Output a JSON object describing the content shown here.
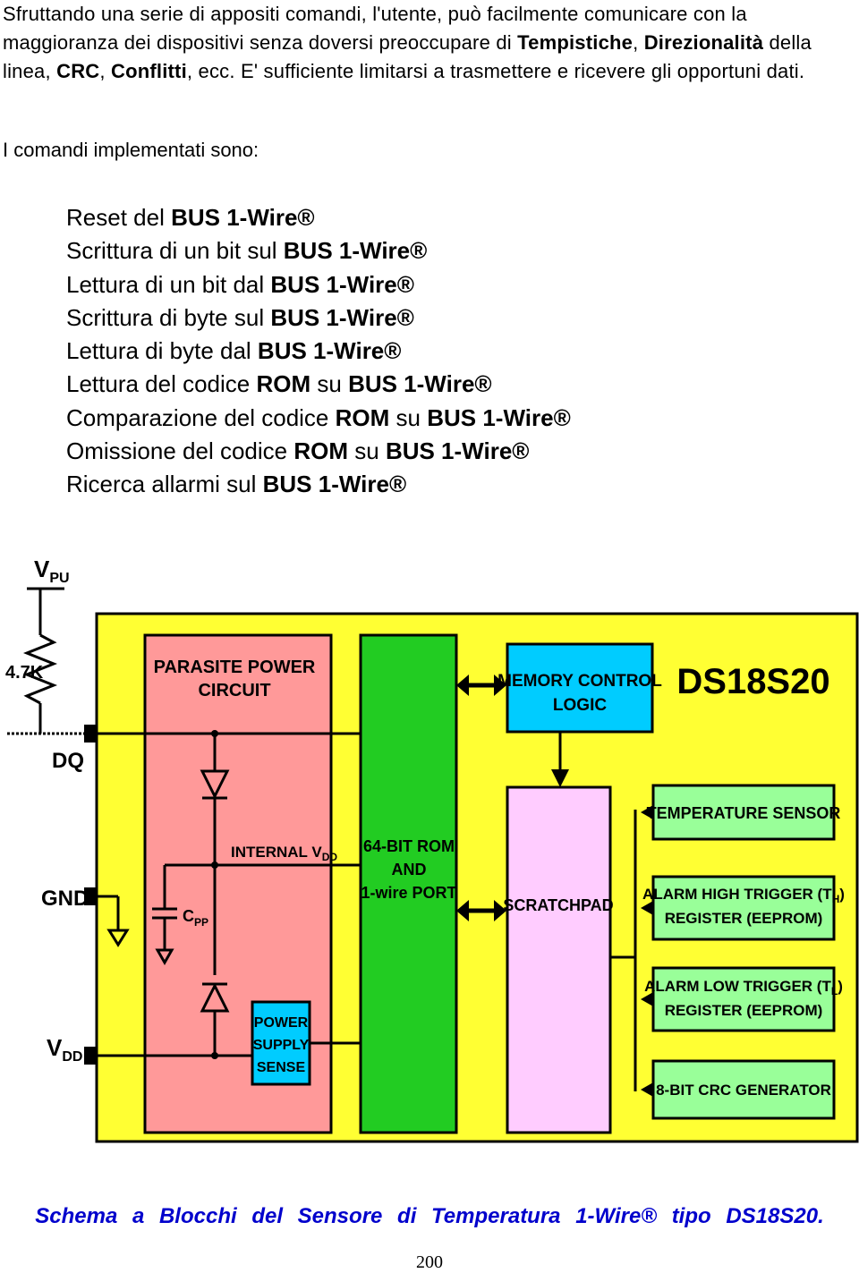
{
  "paragraph": {
    "t1": "Sfruttando una serie di appositi comandi, l'utente, può facilmente comunicare con la maggioranza dei dispositivi senza doversi preoccupare di ",
    "b1": "Tempistiche",
    "t2": ", ",
    "b2": "Direzionalità",
    "t3": " della linea, ",
    "b3": "CRC",
    "t4": ", ",
    "b4": "Conflitti",
    "t5": ", ecc. E' sufficiente limitarsi a trasmettere e ricevere gli opportuni dati."
  },
  "intro": "I comandi implementati sono:",
  "commands": [
    {
      "pre": "Reset del ",
      "b1": "BUS 1-Wire®",
      "mid": "",
      "b2": ""
    },
    {
      "pre": "Scrittura di un bit sul ",
      "b1": "BUS 1-Wire®",
      "mid": "",
      "b2": ""
    },
    {
      "pre": "Lettura di un bit dal ",
      "b1": "BUS 1-Wire®",
      "mid": "",
      "b2": ""
    },
    {
      "pre": "Scrittura di byte sul ",
      "b1": "BUS 1-Wire®",
      "mid": "",
      "b2": ""
    },
    {
      "pre": "Lettura di byte dal ",
      "b1": "BUS 1-Wire®",
      "mid": "",
      "b2": ""
    },
    {
      "pre": "Lettura del codice ",
      "b1": "ROM",
      "mid": " su ",
      "b2": "BUS 1-Wire®"
    },
    {
      "pre": "Comparazione del codice ",
      "b1": "ROM",
      "mid": " su ",
      "b2": "BUS 1-Wire®"
    },
    {
      "pre": "Omissione del codice ",
      "b1": "ROM",
      "mid": " su ",
      "b2": "BUS 1-Wire®"
    },
    {
      "pre": "Ricerca allarmi sul ",
      "b1": "BUS 1-Wire®",
      "mid": "",
      "b2": ""
    }
  ],
  "diagram": {
    "vpu_main": "V",
    "vpu_sub": "PU",
    "resistor": "4.7K",
    "dq": "DQ",
    "gnd": "GND",
    "vdd_main": "V",
    "vdd_sub": "DD",
    "chip_name": "DS18S20",
    "parasite_l1": "PARASITE POWER",
    "parasite_l2": "CIRCUIT",
    "internal_main": "INTERNAL V",
    "internal_sub": "DD",
    "cpp_main": "C",
    "cpp_sub": "PP",
    "psu_l1": "POWER",
    "psu_l2": "SUPPLY",
    "psu_l3": "SENSE",
    "rom_l1": "64-BIT ROM",
    "rom_l2": "AND",
    "rom_l3": "1-wire PORT",
    "mem_l1": "MEMORY CONTROL",
    "mem_l2": "LOGIC",
    "scratchpad": "SCRATCHPAD",
    "temp": "TEMPERATURE SENSOR",
    "alarm_high_l1": "ALARM HIGH TRIGGER (T",
    "alarm_high_sub": "H",
    "alarm_high_close": ")",
    "alarm_high_l2": "REGISTER (EEPROM)",
    "alarm_low_l1": "ALARM LOW TRIGGER (T",
    "alarm_low_sub": "L",
    "alarm_low_close": ")",
    "alarm_low_l2": "REGISTER (EEPROM)",
    "crc": "8-BIT CRC GENERATOR",
    "colors": {
      "chip": "#ffff33",
      "parasite": "#ff9999",
      "rom": "#22cc22",
      "memory": "#00ccff",
      "scratchpad": "#ffccff",
      "registers": "#99ff99",
      "psu": "#00ccff"
    }
  },
  "caption": "Schema a Blocchi del Sensore di Temperatura 1-Wire® tipo DS18S20.",
  "page_number": "200"
}
